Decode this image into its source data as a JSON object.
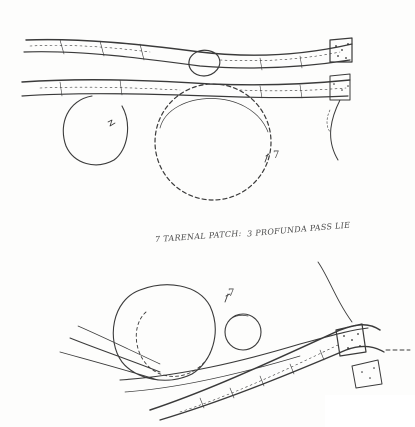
{
  "sketch": {
    "labels": {
      "upper_marker": "7",
      "lower_marker": "7"
    },
    "annotations": {
      "left_note": "7 TARENAL PATCH:",
      "right_note": "3 PROFUNDA PASS LIE"
    }
  }
}
